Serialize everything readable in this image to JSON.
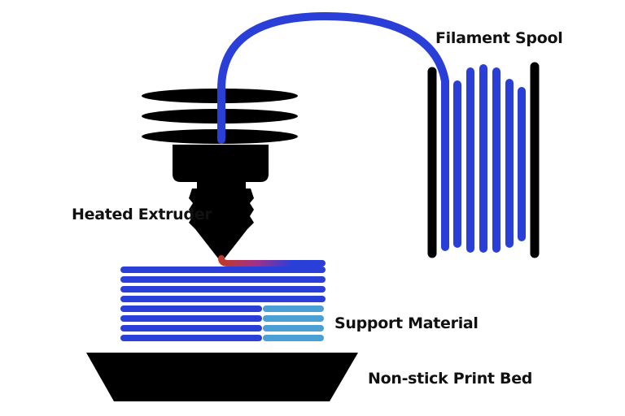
{
  "labels": {
    "filament_spool": "Filament Spool",
    "heated_extruder": "Heated Extruder",
    "support_material": "Support Material",
    "print_bed": "Non-stick Print Bed"
  },
  "colors": {
    "filament": "#2a3fd8",
    "support": "#4a9fd4",
    "hot_filament": "#c0392b",
    "hardware": "#000000",
    "background": "#ffffff"
  }
}
